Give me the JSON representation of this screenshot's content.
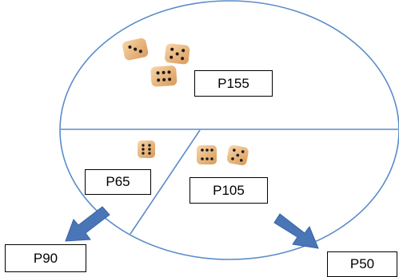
{
  "labels": {
    "top_section": "P155",
    "bottom_left_section": "P65",
    "bottom_right_section": "P105",
    "left_outflow": "P90",
    "right_outflow": "P50"
  },
  "colors": {
    "circle_stroke": "#5b8cc8",
    "arrow_fill": "#4a76b8",
    "dice_face": "#f2c08a",
    "pip": "#1a1a1a"
  },
  "icons": {
    "dice": "dice-icon",
    "arrow": "arrow-icon"
  }
}
